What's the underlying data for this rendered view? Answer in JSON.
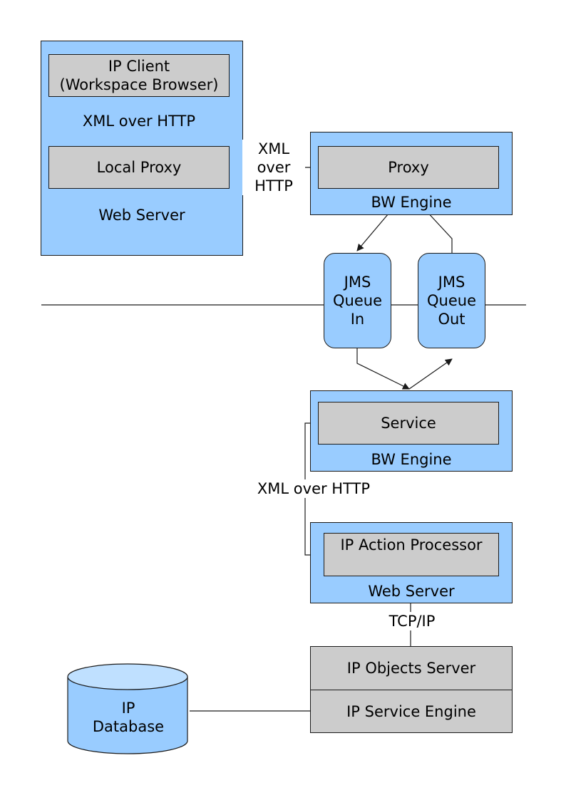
{
  "web_server_top": {
    "ip_client_line1": "IP Client",
    "ip_client_line2": "(Workspace Browser)",
    "xml_over_http": "XML over HTTP",
    "local_proxy": "Local Proxy",
    "label": "Web Server"
  },
  "link_label": {
    "line1": "XML",
    "line2": "over",
    "line3": "HTTP"
  },
  "bw_engine_top": {
    "proxy": "Proxy",
    "label": "BW Engine"
  },
  "queues": {
    "in": {
      "line1": "JMS",
      "line2": "Queue",
      "line3": "In"
    },
    "out": {
      "line1": "JMS",
      "line2": "Queue",
      "line3": "Out"
    }
  },
  "bw_engine_bottom": {
    "service": "Service",
    "label": "BW Engine"
  },
  "service_link_label": "XML over HTTP",
  "web_server_bottom": {
    "processor": "IP Action Processor",
    "label": "Web Server"
  },
  "tcp_label": "TCP/IP",
  "objects": {
    "server": "IP Objects Server",
    "engine": "IP Service Engine"
  },
  "database": {
    "line1": "IP",
    "line2": "Database"
  },
  "colors": {
    "blue": "#99ccff",
    "grey": "#cccccc",
    "line": "#1a1a1a"
  }
}
